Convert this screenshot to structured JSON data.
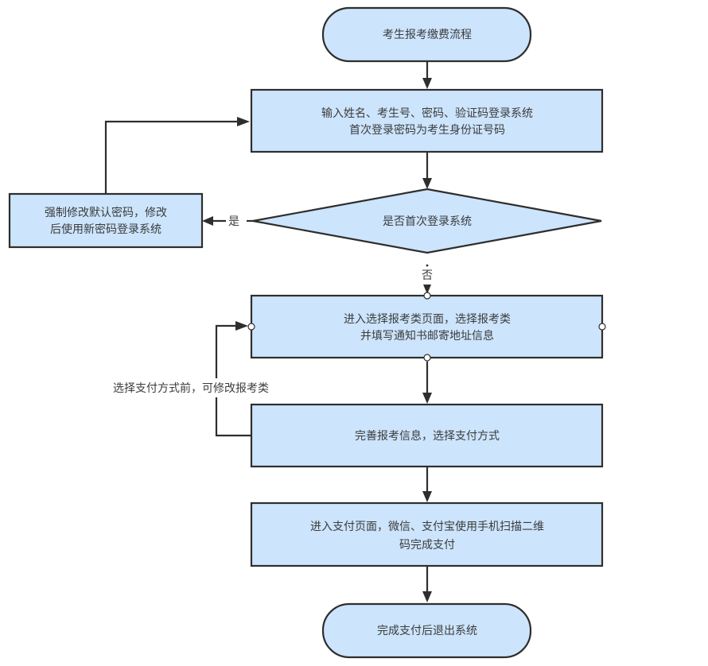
{
  "diagram": {
    "type": "flowchart",
    "colors": {
      "node_fill": "#cce4fc",
      "stroke": "#2e2e2e",
      "text": "#3c3c3c",
      "background": "#ffffff"
    },
    "nodes": {
      "start": {
        "shape": "terminator",
        "lines": [
          "考生报考缴费流程"
        ]
      },
      "login": {
        "shape": "process",
        "lines": [
          "输入姓名、考生号、密码、验证码登录系统",
          "首次登录密码为考生身份证号码"
        ]
      },
      "first_login": {
        "shape": "decision",
        "lines": [
          "是否首次登录系统"
        ]
      },
      "change_pwd": {
        "shape": "process",
        "lines": [
          "强制修改默认密码，修改",
          "后使用新密码登录系统"
        ]
      },
      "select_category": {
        "shape": "process",
        "lines": [
          "进入选择报考类页面，选择报考类",
          "并填写通知书邮寄地址信息"
        ]
      },
      "complete_info": {
        "shape": "process",
        "lines": [
          "完善报考信息，选择支付方式"
        ]
      },
      "pay": {
        "shape": "process",
        "lines": [
          "进入支付页面，微信、支付宝使用手机扫描二维",
          "码完成支付"
        ]
      },
      "end": {
        "shape": "terminator",
        "lines": [
          "完成支付后退出系统"
        ]
      }
    },
    "edges": [
      {
        "from": "start",
        "to": "login",
        "label": ""
      },
      {
        "from": "login",
        "to": "first_login",
        "label": ""
      },
      {
        "from": "first_login",
        "to": "change_pwd",
        "label": "是"
      },
      {
        "from": "change_pwd",
        "to": "login",
        "label": ""
      },
      {
        "from": "first_login",
        "to": "select_category",
        "label": "否"
      },
      {
        "from": "select_category",
        "to": "complete_info",
        "label": ""
      },
      {
        "from": "complete_info",
        "to": "select_category",
        "label": "选择支付方式前，可修改报考类"
      },
      {
        "from": "complete_info",
        "to": "pay",
        "label": ""
      },
      {
        "from": "pay",
        "to": "end",
        "label": ""
      }
    ]
  }
}
